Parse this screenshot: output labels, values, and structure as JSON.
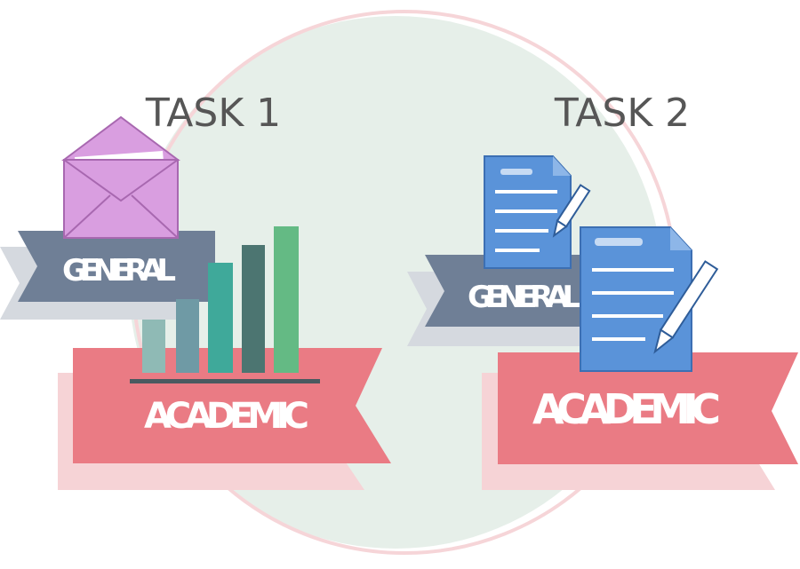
{
  "task1": {
    "title": "TASK 1",
    "general_label": "GENERAL",
    "academic_label": "ACADEMIC",
    "envelope_icon": "envelope-icon",
    "chart_icon": "bar-chart-icon"
  },
  "task2": {
    "title": "TASK 2",
    "general_label": "GENERAL",
    "academic_label": "ACADEMIC",
    "document_icon": "document-pen-icon"
  },
  "colors": {
    "background_circle": "#e6efe9",
    "circle_outline": "#f6d5d8",
    "general_ribbon": "#6f7f96",
    "general_ribbon_shadow": "#d5d9df",
    "academic_ribbon": "#ea7b84",
    "academic_ribbon_shadow": "#f6d3d6",
    "title_text": "#565656",
    "envelope": "#d99ee0",
    "document": "#5a93d9",
    "bars": [
      "#8fbab5",
      "#6f9aa5",
      "#3fa99a",
      "#4c7571",
      "#64ba84"
    ]
  }
}
